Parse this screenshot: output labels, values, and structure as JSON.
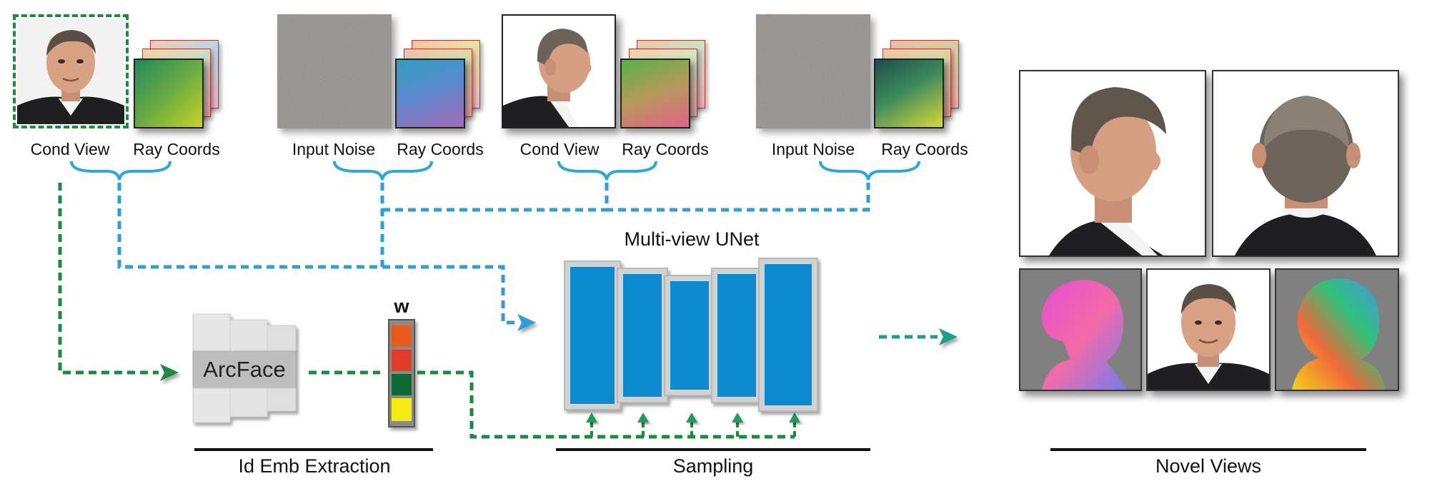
{
  "labels": {
    "cond_view_1": "Cond View",
    "ray_coords_1": "Ray Coords",
    "input_noise_1": "Input Noise",
    "ray_coords_2": "Ray Coords",
    "cond_view_2": "Cond View",
    "ray_coords_3": "Ray Coords",
    "input_noise_2": "Input Noise",
    "ray_coords_4": "Ray Coords"
  },
  "unet": {
    "title": "Multi-view UNet"
  },
  "arcface": {
    "label": "ArcFace"
  },
  "embedding": {
    "label": "w",
    "cells": [
      "#ea5a1f",
      "#e23a2c",
      "#0c6a35",
      "#f4ec08"
    ]
  },
  "sections": {
    "id_extraction": "Id Emb Extraction",
    "sampling": "Sampling",
    "novel_views": "Novel Views"
  },
  "colors": {
    "blue_path": "#2a9fd8",
    "green_path": "#1d8a3f",
    "unet_blue": "#0a8bd0",
    "brace_blue": "#2aa6e0",
    "arrow_teal": "#1f9e8f"
  },
  "icons": {
    "arrow_to_unet": "arrow-right-icon",
    "arrow_to_arcface": "arrow-right-icon",
    "arrow_to_views": "arrow-right-icon",
    "arrow_up": "arrow-up-icon"
  }
}
